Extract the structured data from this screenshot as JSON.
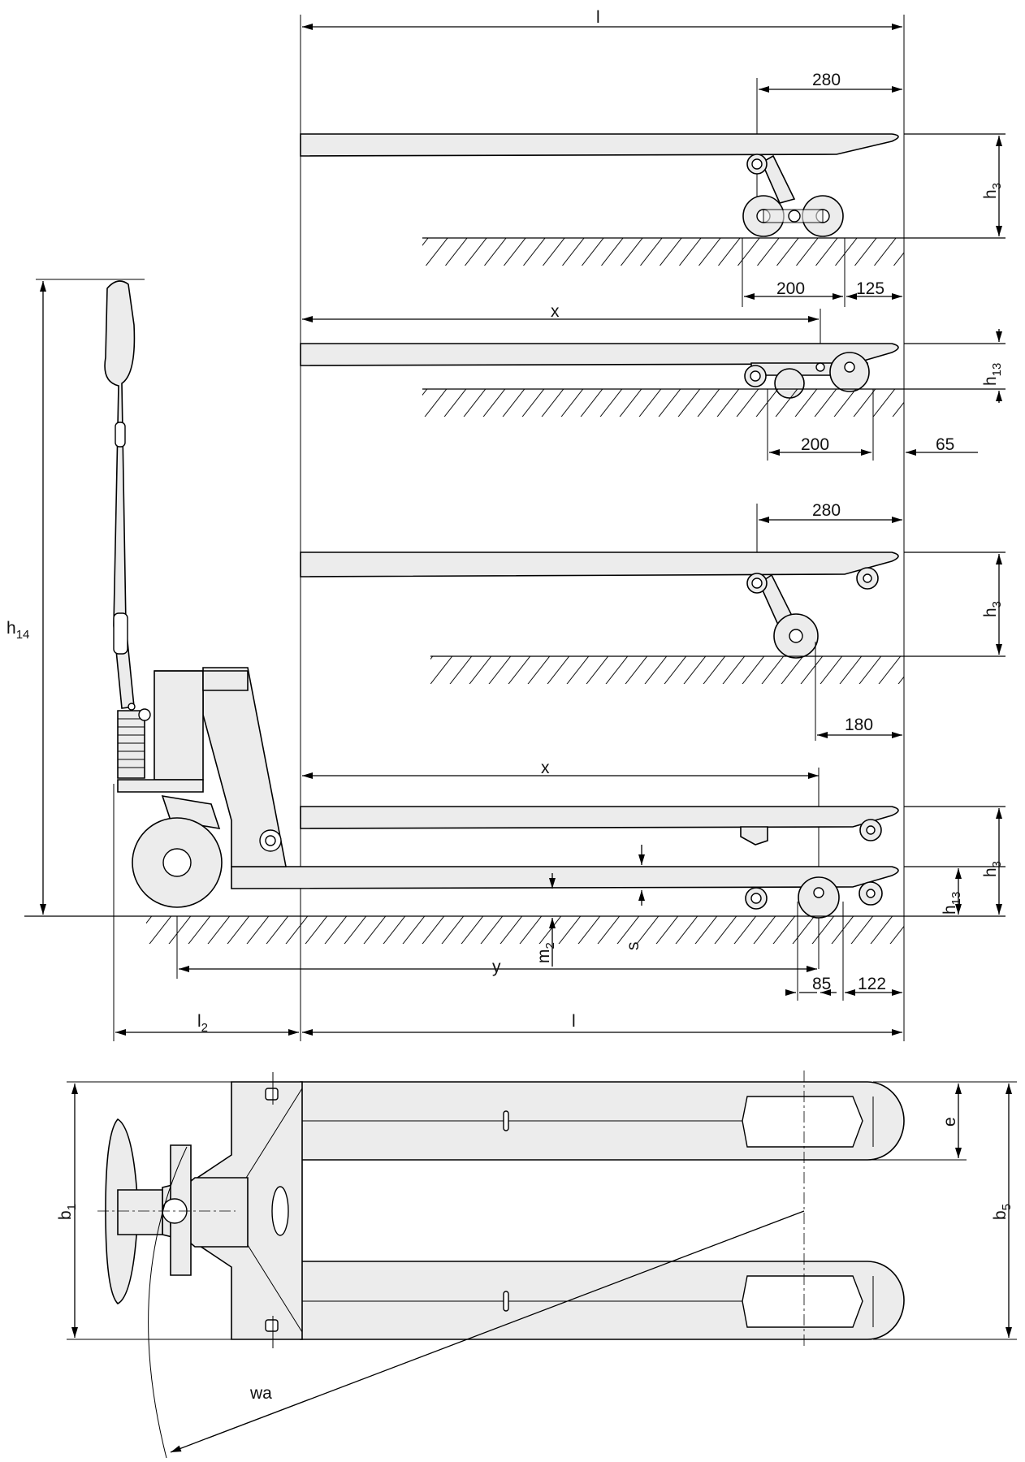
{
  "dimensions": {
    "l": "l",
    "l2_main": "l",
    "l2_sub": "2",
    "x": "x",
    "y": "y",
    "h3_main": "h",
    "h3_sub": "3",
    "h13_main": "h",
    "h13_sub": "13",
    "h14_main": "h",
    "h14_sub": "14",
    "m2_main": "m",
    "m2_sub": "2",
    "s": "s",
    "b1_main": "b",
    "b1_sub": "1",
    "b5_main": "b",
    "b5_sub": "5",
    "e": "e",
    "wa": "wa"
  },
  "values": {
    "v280": "280",
    "v200": "200",
    "v125": "125",
    "v65": "65",
    "v180": "180",
    "v85": "85",
    "v122": "122"
  },
  "colors": {
    "line": "#000000",
    "fill": "#ececec",
    "background": "#ffffff"
  }
}
